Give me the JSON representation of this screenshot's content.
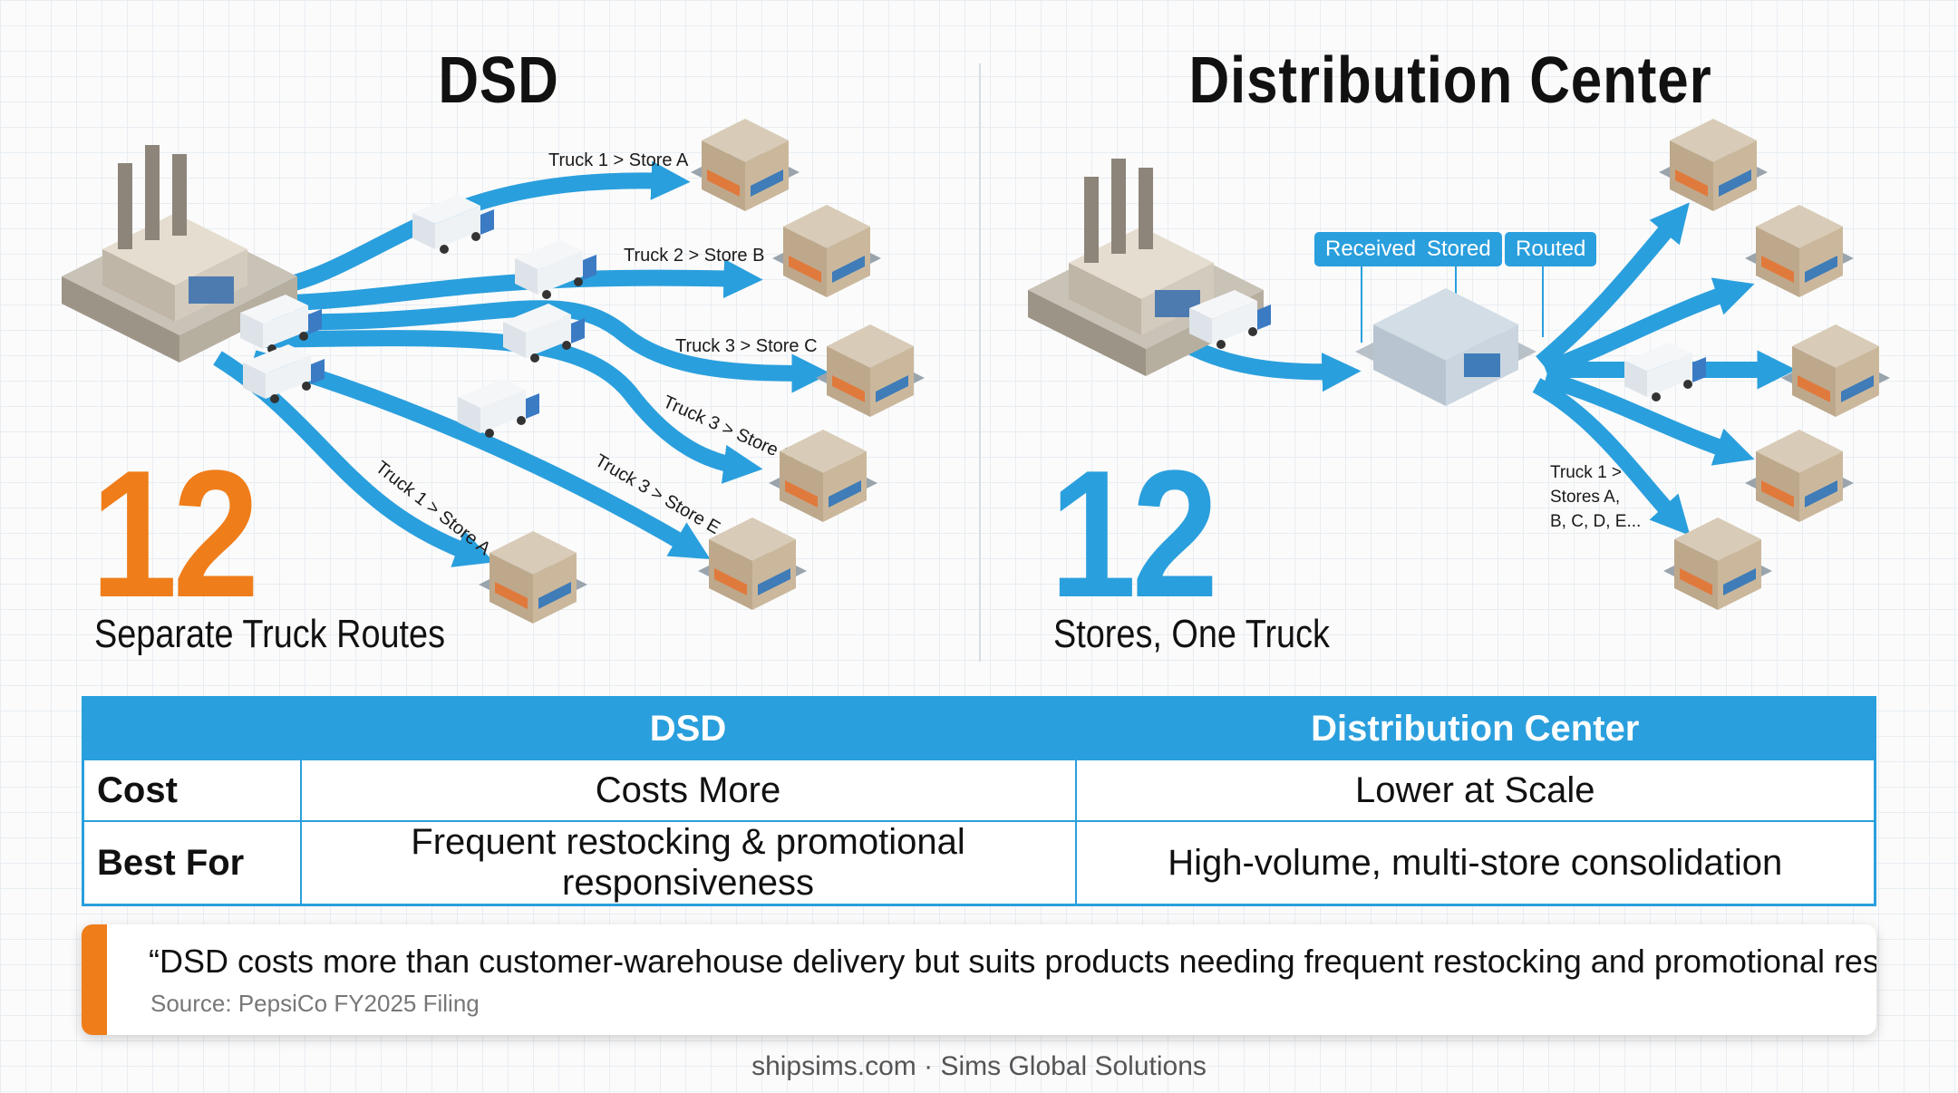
{
  "left_panel": {
    "title": "DSD",
    "number": "12",
    "caption": "Separate Truck Routes",
    "route_labels": [
      "Truck 1 > Store A",
      "Truck 2 > Store B",
      "Truck 3 > Store C",
      "Truck 3 > Store D",
      "Truck 3 > Store E",
      "Truck 1 > Store A"
    ]
  },
  "right_panel": {
    "title": "Distribution Center",
    "number": "12",
    "caption": "Stores, One Truck",
    "tags": [
      "Received",
      "Stored",
      "Routed"
    ],
    "note_lines": [
      "Truck 1 >",
      "Stores A,",
      "B, C, D, E..."
    ]
  },
  "table": {
    "headers": [
      "",
      "DSD",
      "Distribution Center"
    ],
    "rows": [
      {
        "label": "Cost",
        "dsd": "Costs More",
        "dc": "Lower at Scale"
      },
      {
        "label": "Best For",
        "dsd": "Frequent restocking & promotional responsiveness",
        "dc": "High-volume, multi-store consolidation"
      }
    ]
  },
  "quote": {
    "text": "“DSD costs more than customer-warehouse delivery but suits products needing frequent restocking and promotional responsiveness”",
    "source": "Source: PepsiCo FY2025 Filing"
  },
  "footer": "shipsims.com · Sims Global Solutions",
  "colors": {
    "accent_blue": "#2a9fdd",
    "accent_orange": "#ef7d1a",
    "grid": "#e8edf2"
  },
  "icons": [
    "factory-icon",
    "truck-icon",
    "store-icon",
    "warehouse-icon"
  ]
}
